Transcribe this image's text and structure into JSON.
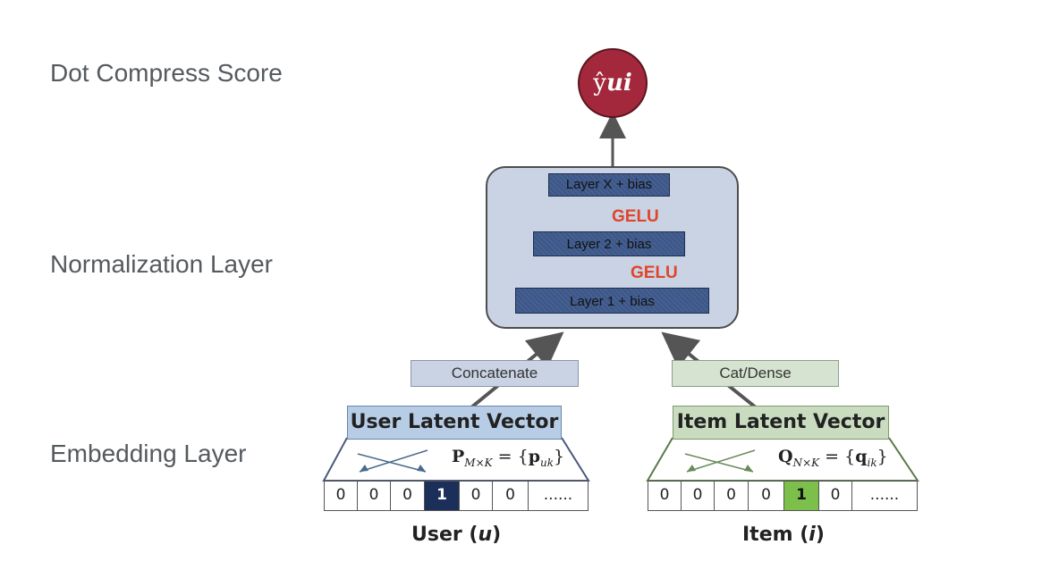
{
  "side_labels": {
    "top": "Dot Compress Score",
    "middle": "Normalization Layer",
    "bottom": "Embedding Layer"
  },
  "output": {
    "hat": "ŷ",
    "sub": "ui"
  },
  "norm_layers": {
    "layer_x": "Layer X + bias",
    "layer_2": "Layer 2 + bias",
    "layer_1": "Layer 1 + bias",
    "activation_upper": "GELU",
    "activation_lower": "GELU"
  },
  "connectors": {
    "left": "Concatenate",
    "right": "Cat/Dense"
  },
  "user": {
    "latent_title": "User Latent Vector",
    "formula_base": "P",
    "formula_sub": "M×K",
    "formula_rhs_base": "p",
    "formula_rhs_sub": "uk",
    "cells": [
      "0",
      "0",
      "0",
      "1",
      "0",
      "0",
      "......"
    ],
    "label": "User (",
    "label_var": "u",
    "label_end": ")"
  },
  "item": {
    "latent_title": "Item Latent Vector",
    "formula_base": "Q",
    "formula_sub": "N×K",
    "formula_rhs_base": "q",
    "formula_rhs_sub": "ik",
    "cells": [
      "0",
      "0",
      "0",
      "0",
      "1",
      "0",
      "......"
    ],
    "label": "Item (",
    "label_var": "i",
    "label_end": ")"
  },
  "colors": {
    "output_circle": "#a3283b",
    "norm_box": "#c9d3e3",
    "layer_bar": "#3e5a8c",
    "gelu": "#e0442b",
    "user_latent": "#b7cde6",
    "item_latent": "#c9dcbf",
    "user_hot": "#1b2f5a",
    "item_hot": "#7cc04b"
  }
}
